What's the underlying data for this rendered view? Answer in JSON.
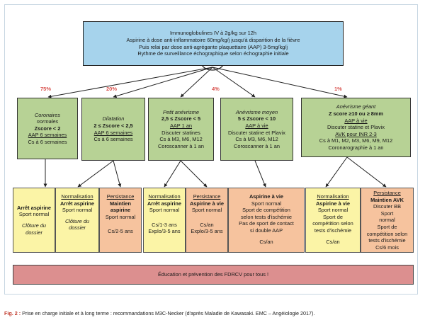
{
  "top_box": {
    "lines": [
      "Immunoglobulines IV à 2g/kg sur 12h",
      "Aspirine à dose anti-inflammatoire 60mg/kg/j jusqu'à disparition de la fièvre",
      "Puis relai par dose anti-agrégante  plaquettaire (AAP) 3-5mg/kg/j",
      "Rythme de surveillance échographique selon échographie initiale"
    ]
  },
  "percentages": {
    "coronaires": "75%",
    "dilatation": "20%",
    "anevrisme": "4%",
    "geant": "1%"
  },
  "categories": {
    "coronaires": {
      "title": "Coronaires normales",
      "score": "Zscore < 2",
      "aap": "AAP 6 semaines",
      "follow": "Cs à 6 semaines"
    },
    "dilatation": {
      "title": "Dilatation",
      "score": "2 ≤ Zscore < 2,5",
      "aap": "AAP 6 semaines",
      "follow": "Cs à 6 semaines"
    },
    "petit": {
      "title": "Petit anévrisme",
      "score": "2,5 ≤ Zscore < 5",
      "aap": "AAP 1 an",
      "l1": "Discuter statines",
      "l2": "Cs à M3, M6, M12",
      "l3": "Coroscanner à 1 an"
    },
    "moyen": {
      "title": "Anévrisme moyen",
      "score": "5 ≤ Zscore < 10",
      "aap": "AAP à vie",
      "l1": "Discuter statine et Plavix",
      "l2": "Cs à M3, M6, M12",
      "l3": "Coroscanner à 1 an"
    },
    "geant": {
      "title": "Anévrisme géant",
      "score": "Z score ≥10 ou ≥ 8mm",
      "aap": "AAP à vie",
      "l1": "Discuter statine et Plavix",
      "l2": "AVK pour INR 2-3",
      "l3": "Cs à M1, M2, M3, M6, M9, M12",
      "l4": "Coronarographie à 1 an"
    }
  },
  "outcomes": {
    "o1": {
      "l1": "Arrêt aspirine",
      "l2": "Sport normal",
      "l3": "Clôture du",
      "l4": "dossier"
    },
    "o2": {
      "l0": "Normalisation",
      "l1": "Arrêt aspirine",
      "l2": "Sport normal",
      "l3": "Clôture du",
      "l4": "dossier"
    },
    "o3": {
      "l0": "Persistance",
      "l1": "Maintien",
      "l1b": "aspirine",
      "l2": "Sport normal",
      "l3": "Cs/2-5 ans"
    },
    "o4": {
      "l0": "Normalisation",
      "l1": "Arrêt aspirine",
      "l2": "Sport normal",
      "l3": "Cs/1-3 ans",
      "l4": "Explo/3-5 ans"
    },
    "o5": {
      "l0": "Persistance",
      "l1": "Aspirine à vie",
      "l2": "Sport normal",
      "l3": "Cs/an",
      "l4": "Explo/3-5 ans"
    },
    "o6": {
      "l1": "Aspirine à vie",
      "l2": "Sport normal",
      "l3": "Sport de compétition",
      "l4": "selon tests d'ischémie",
      "l5": "Pas de sport de contact",
      "l6": "si double AAP",
      "l7": "Cs/an"
    },
    "o7": {
      "l0": "Normalisation",
      "l1": "Aspirine à vie",
      "l2": "Sport normal",
      "l3": "Sport de",
      "l4": "compétition selon",
      "l5": "tests d'ischémie",
      "l6": "Cs/an"
    },
    "o8": {
      "l0": "Persistance",
      "l1": "Maintien AVK",
      "l2": "Discuter BB",
      "l3": "Sport",
      "l4": "normal",
      "l5": "Sport de",
      "l6": "compétition selon",
      "l7": "tests d'ischémie",
      "l8": "Cs/6 mois"
    }
  },
  "bottom_box": {
    "text": "Éducation et prévention des FDRCV pour tous !"
  },
  "caption": {
    "label": "Fig. 2 :",
    "text": " Prise en charge initiale et à long terme : recommandations M3C-Necker (d'après Maladie de Kawasaki. EMC – Angéiologie 2017)."
  },
  "colors": {
    "blue": "#a6d3ec",
    "green": "#b7d295",
    "yellow": "#fbf4a6",
    "orange": "#f6c39e",
    "red": "#dc8f8f",
    "percent": "#d9534f"
  }
}
